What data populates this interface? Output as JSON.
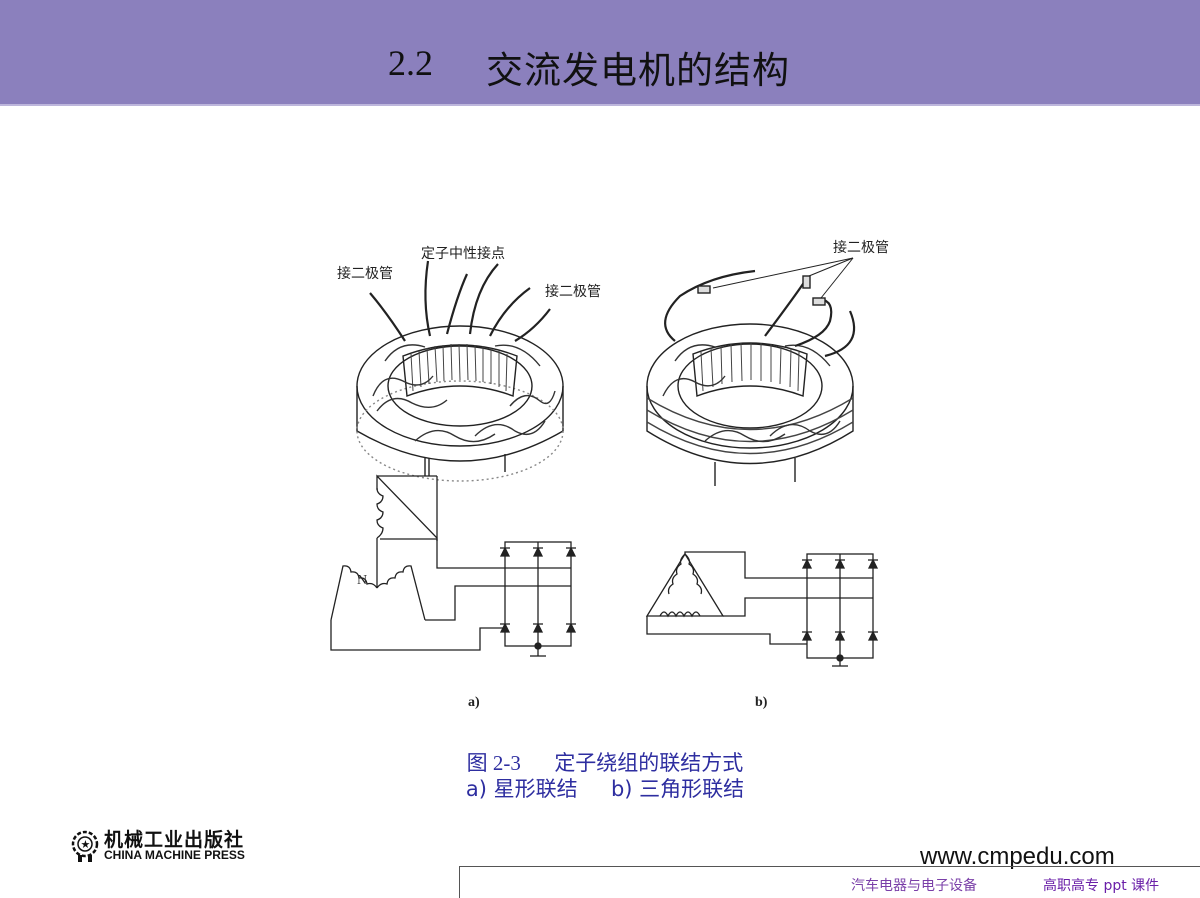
{
  "slide": {
    "section_number": "2.2",
    "title": "交流发电机的结构"
  },
  "figure": {
    "label_a": "a)",
    "label_b": "b)",
    "callouts": {
      "diode_left": "接二极管",
      "neutral_point": "定子中性接点",
      "diode_right": "接二极管",
      "diode_b": "接二极管"
    },
    "neutral_label": "N"
  },
  "caption": {
    "number": "图 2-3",
    "title": "定子绕组的联结方式",
    "sub_a": "a) 星形联结",
    "sub_b": "b) 三角形联结"
  },
  "publisher": {
    "name_cn": "机械工业出版社",
    "name_en": "CHINA MACHINE PRESS"
  },
  "footer": {
    "url": "www.cmpedu.com",
    "course": "汽车电器与电子设备",
    "tag": "高职高专  ppt  课件"
  },
  "colors": {
    "header_bg": "#8b80bd",
    "caption_text": "#2e2ea0",
    "footer_text": "#7a3fa8"
  }
}
